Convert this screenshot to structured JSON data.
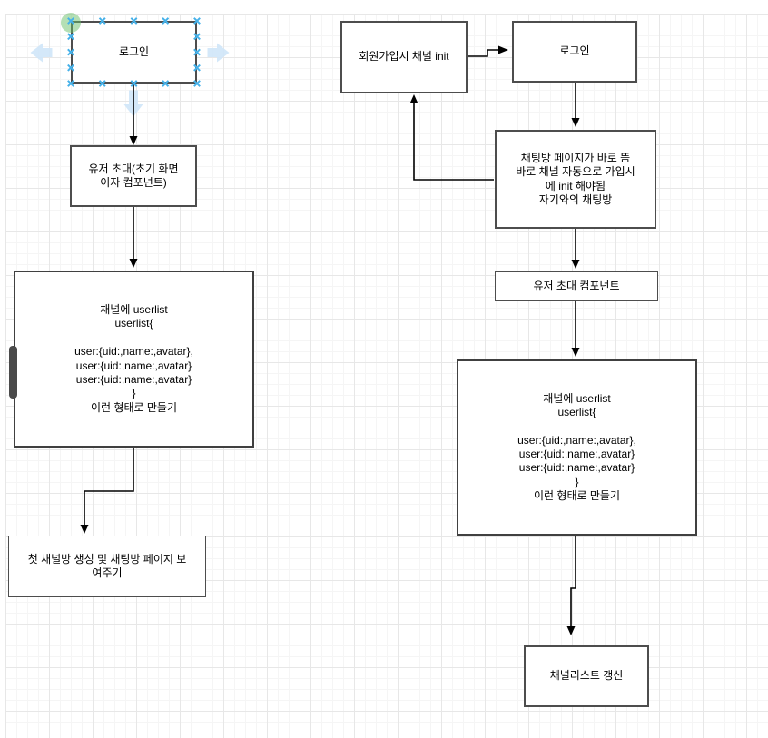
{
  "canvas": {
    "background": "#ffffff",
    "grid_minor_color": "#f5f5f5",
    "grid_major_color": "#e7e7e7"
  },
  "selection": {
    "selected_node": "login_left",
    "handle_color": "#45b1e9",
    "hover_point_color": "#6abf69",
    "hover_arrow_color": "#cfe6f8"
  },
  "nodes": {
    "login_left": "로그인",
    "invite_left": "유저 초대(초기 화면\n이자 컴포넌트)",
    "userlist_left": "채널에 userlist\nuserlist{\n\nuser:{uid:,name:,avatar},\nuser:{uid:,name:,avatar}\nuser:{uid:,name:,avatar}\n}\n이런 형태로 만들기",
    "first_channel_left": "첫 채널방 생성 및 채팅방 페이지 보\n여주기",
    "signup_init_right": "회원가입시 채널 init",
    "login_right": "로그인",
    "chat_page_right": "채팅방 페이지가 바로 뜸\n바로 채널 자동으로 가입시\n에 init 해야됨\n자기와의 채팅방",
    "invite_component_right": "유저 초대 컴포넌트",
    "userlist_right": "채널에 userlist\nuserlist{\n\nuser:{uid:,name:,avatar},\nuser:{uid:,name:,avatar}\nuser:{uid:,name:,avatar}\n}\n이런 형태로 만들기",
    "channel_list_right": "채널리스트 갱신"
  },
  "edges": [
    {
      "from": "login_left",
      "to": "invite_left"
    },
    {
      "from": "invite_left",
      "to": "userlist_left"
    },
    {
      "from": "userlist_left",
      "to": "first_channel_left"
    },
    {
      "from": "signup_init_right",
      "to": "login_right"
    },
    {
      "from": "login_right",
      "to": "chat_page_right"
    },
    {
      "from": "chat_page_right",
      "to": "signup_init_right"
    },
    {
      "from": "chat_page_right",
      "to": "invite_component_right"
    },
    {
      "from": "invite_component_right",
      "to": "userlist_right"
    },
    {
      "from": "userlist_right",
      "to": "channel_list_right"
    }
  ],
  "edge_color": "#000000",
  "node_border_color": "#4d4d4d"
}
